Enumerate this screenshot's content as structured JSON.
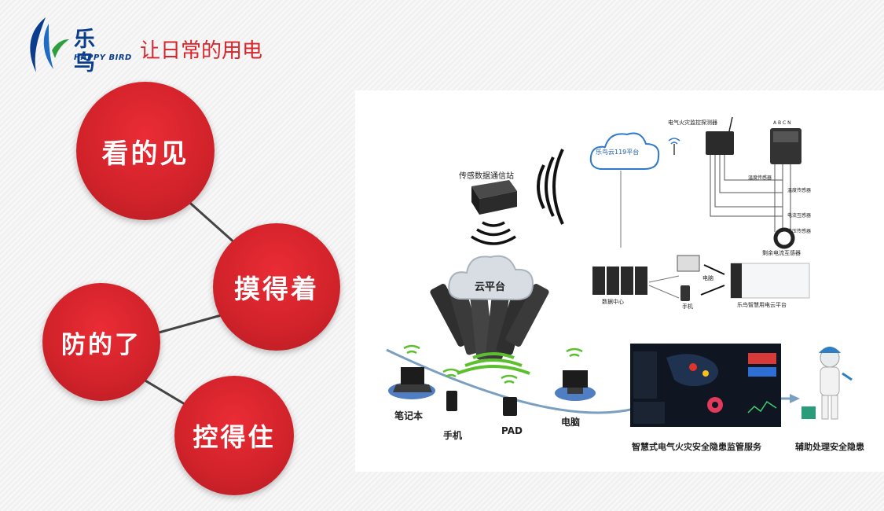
{
  "brand": {
    "name_cn": "乐鸟",
    "name_en": "HAPPY BIRD",
    "slogan": "让日常的用电",
    "colors": {
      "navy": "#0b3d8f",
      "red": "#d9242b",
      "green": "#2e9e3e"
    }
  },
  "circles": [
    {
      "label": "看的见"
    },
    {
      "label": "摸得着"
    },
    {
      "label": "防的了"
    },
    {
      "label": "控得住"
    }
  ],
  "diagram": {
    "gateway": "传感数据通信站",
    "cloud_platform": "云平台",
    "devices": [
      "笔记本",
      "手机",
      "PAD",
      "电脑"
    ],
    "service": "智慧式电气火灾安全隐患监管服务",
    "assist": "辅助处理安全隐患",
    "inset": {
      "cloud": "乐鸟云119平台",
      "detector": "电气火灾监控探测器",
      "sensors": [
        "温度传感器",
        "温度传感器",
        "电流互感器",
        "电压传感器"
      ],
      "residual": "剩余电流互感器",
      "datacenter": "数据中心",
      "pc": "电脑",
      "phone": "手机",
      "platform": "乐鸟智慧用电云平台",
      "phases": "A B C N"
    }
  }
}
